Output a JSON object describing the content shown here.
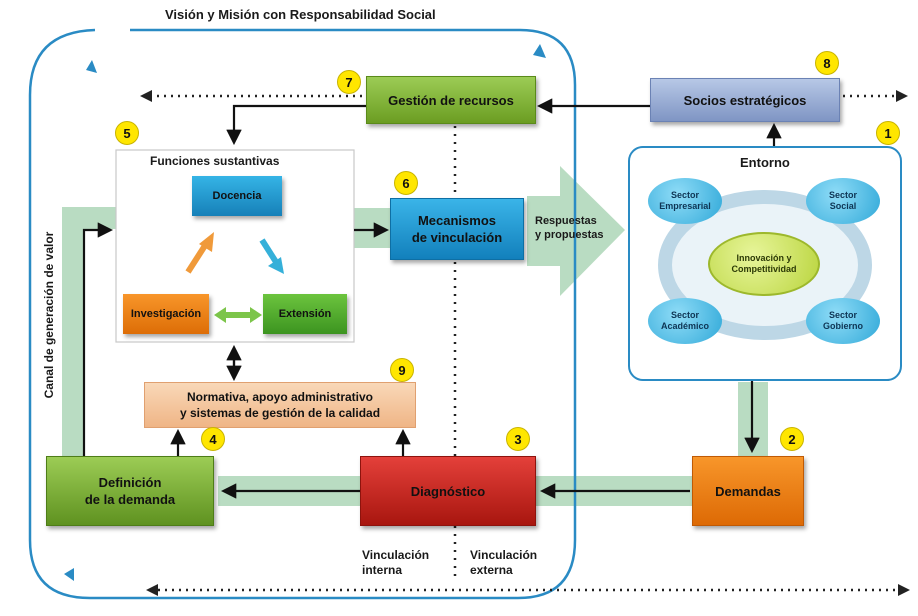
{
  "title": "Visión y Misión con Responsabilidad Social",
  "side_label": "Canal de generación de valor",
  "boxes": {
    "gestion": "Gestión de recursos",
    "socios": "Socios estratégicos",
    "funciones_title": "Funciones sustantivas",
    "docencia": "Docencia",
    "investigacion": "Investigación",
    "extension": "Extensión",
    "mecanismos": [
      "Mecanismos",
      "de vinculación"
    ],
    "respuestas": [
      "Respuestas",
      "y propuestas"
    ],
    "normativa": [
      "Normativa, apoyo administrativo",
      "y sistemas de gestión de la calidad"
    ],
    "definicion": [
      "Definición",
      "de la demanda"
    ],
    "diagnostico": "Diagnóstico",
    "demandas": "Demandas"
  },
  "entorno": {
    "title": "Entorno",
    "center": [
      "Innovación y",
      "Competitividad"
    ],
    "sectors": [
      [
        "Sector",
        "Empresarial"
      ],
      [
        "Sector",
        "Social"
      ],
      [
        "Sector",
        "Académico"
      ],
      [
        "Sector",
        "Gobierno"
      ]
    ]
  },
  "bottom_labels": {
    "interna": [
      "Vinculación",
      "interna"
    ],
    "externa": [
      "Vinculación",
      "externa"
    ]
  },
  "badges": [
    "1",
    "2",
    "3",
    "4",
    "5",
    "6",
    "7",
    "8",
    "9"
  ],
  "colors": {
    "green": "#7fae2e",
    "blue": "#1f9bd1",
    "orange": "#f07f12",
    "red": "#c8201c",
    "navy": "#8fa4cc",
    "peach": "#f4c7a0",
    "channel": "#b9dcc2",
    "frame": "#2a8bc4",
    "yellow": "#ffe600"
  }
}
